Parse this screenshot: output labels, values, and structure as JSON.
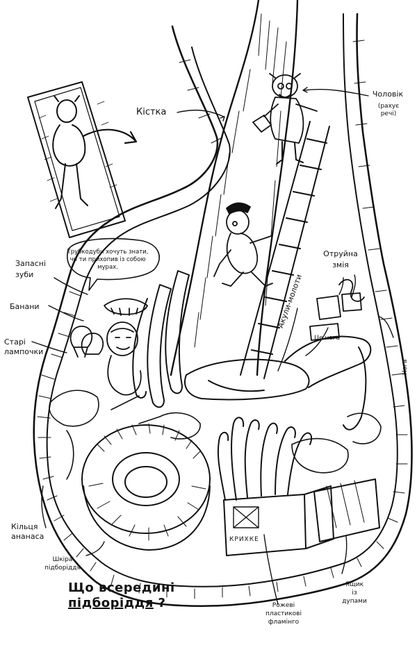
{
  "labels": {
    "bone": "Кістка",
    "man": "Чоловік",
    "man_note": "(рахує\nречі)",
    "snake_line1": "Отруйна",
    "snake_line2": "змія",
    "shark_hammers": "Акули-молоти",
    "this_is_leg": "Це нога",
    "leg": "Нога",
    "spare_teeth": "Запасні\nзуби",
    "bananas": "Банани",
    "old_bulbs": "Старі\nлампочки",
    "pineapple_rings": "Кільця\nананаса",
    "chin_skin": "Шкіра\nпідборіддя",
    "pink_flamingos": "Рожеві\nпластикові\nфламінго",
    "box_butts": "Ящик\nіз\nдупами",
    "crate_text": "КРИХКЕ"
  },
  "speech_bubble": "Трубкодуби хочуть знати, чи ти прихопив із собою мурах.",
  "title": {
    "line1": "Що всередині",
    "line2": "підборіддя",
    "mark": "?"
  }
}
